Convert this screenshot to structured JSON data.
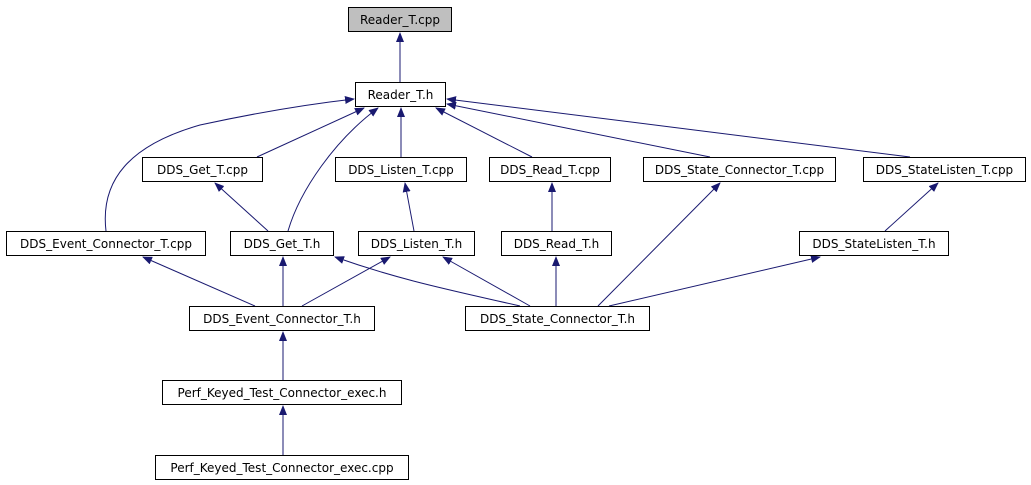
{
  "nodes": {
    "reader_t_cpp": {
      "label": "Reader_T.cpp",
      "highlighted": true
    },
    "reader_t_h": {
      "label": "Reader_T.h"
    },
    "dds_get_t_cpp": {
      "label": "DDS_Get_T.cpp"
    },
    "dds_listen_t_cpp": {
      "label": "DDS_Listen_T.cpp"
    },
    "dds_read_t_cpp": {
      "label": "DDS_Read_T.cpp"
    },
    "dds_state_connector_t_cpp": {
      "label": "DDS_State_Connector_T.cpp"
    },
    "dds_statelisten_t_cpp": {
      "label": "DDS_StateListen_T.cpp"
    },
    "dds_event_connector_t_cpp": {
      "label": "DDS_Event_Connector_T.cpp"
    },
    "dds_get_t_h": {
      "label": "DDS_Get_T.h"
    },
    "dds_listen_t_h": {
      "label": "DDS_Listen_T.h"
    },
    "dds_read_t_h": {
      "label": "DDS_Read_T.h"
    },
    "dds_statelisten_t_h": {
      "label": "DDS_StateListen_T.h"
    },
    "dds_event_connector_t_h": {
      "label": "DDS_Event_Connector_T.h"
    },
    "dds_state_connector_t_h": {
      "label": "DDS_State_Connector_T.h"
    },
    "perf_keyed_test_connector_exec_h": {
      "label": "Perf_Keyed_Test_Connector_exec.h"
    },
    "perf_keyed_test_connector_exec_cpp": {
      "label": "Perf_Keyed_Test_Connector_exec.cpp"
    }
  },
  "edges": [
    {
      "from": "reader_t_h",
      "to": "reader_t_cpp"
    },
    {
      "from": "dds_get_t_cpp",
      "to": "reader_t_h"
    },
    {
      "from": "dds_get_t_h",
      "to": "reader_t_h"
    },
    {
      "from": "dds_listen_t_cpp",
      "to": "reader_t_h"
    },
    {
      "from": "dds_read_t_cpp",
      "to": "reader_t_h"
    },
    {
      "from": "dds_state_connector_t_cpp",
      "to": "reader_t_h"
    },
    {
      "from": "dds_statelisten_t_cpp",
      "to": "reader_t_h"
    },
    {
      "from": "dds_event_connector_t_cpp",
      "to": "reader_t_h"
    },
    {
      "from": "dds_get_t_h",
      "to": "dds_get_t_cpp"
    },
    {
      "from": "dds_listen_t_h",
      "to": "dds_listen_t_cpp"
    },
    {
      "from": "dds_read_t_h",
      "to": "dds_read_t_cpp"
    },
    {
      "from": "dds_state_connector_t_h",
      "to": "dds_state_connector_t_cpp"
    },
    {
      "from": "dds_statelisten_t_h",
      "to": "dds_statelisten_t_cpp"
    },
    {
      "from": "dds_event_connector_t_h",
      "to": "dds_event_connector_t_cpp"
    },
    {
      "from": "dds_event_connector_t_h",
      "to": "dds_get_t_h"
    },
    {
      "from": "dds_event_connector_t_h",
      "to": "dds_listen_t_h"
    },
    {
      "from": "dds_state_connector_t_h",
      "to": "dds_get_t_h"
    },
    {
      "from": "dds_state_connector_t_h",
      "to": "dds_listen_t_h"
    },
    {
      "from": "dds_state_connector_t_h",
      "to": "dds_read_t_h"
    },
    {
      "from": "dds_state_connector_t_h",
      "to": "dds_statelisten_t_h"
    },
    {
      "from": "perf_keyed_test_connector_exec_h",
      "to": "dds_event_connector_t_h"
    },
    {
      "from": "perf_keyed_test_connector_exec_cpp",
      "to": "perf_keyed_test_connector_exec_h"
    }
  ],
  "colors": {
    "edge": "#191970",
    "node_border": "#000000",
    "highlight_fill": "#bfbfbf"
  }
}
